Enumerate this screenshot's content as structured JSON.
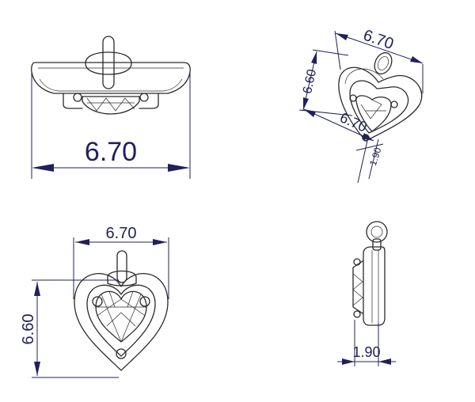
{
  "colors": {
    "dimension": "#22205a",
    "outline": "#2a2a2a",
    "background": "#ffffff"
  },
  "views": {
    "top": {
      "width_label": "6.70"
    },
    "isometric": {
      "width_label": "6.70",
      "height_label": "6.60",
      "depth_label": "6.70",
      "thickness_label": "1.90"
    },
    "front": {
      "width_label": "6.70",
      "height_label": "6.60"
    },
    "side": {
      "thickness_label": "1.90"
    }
  }
}
